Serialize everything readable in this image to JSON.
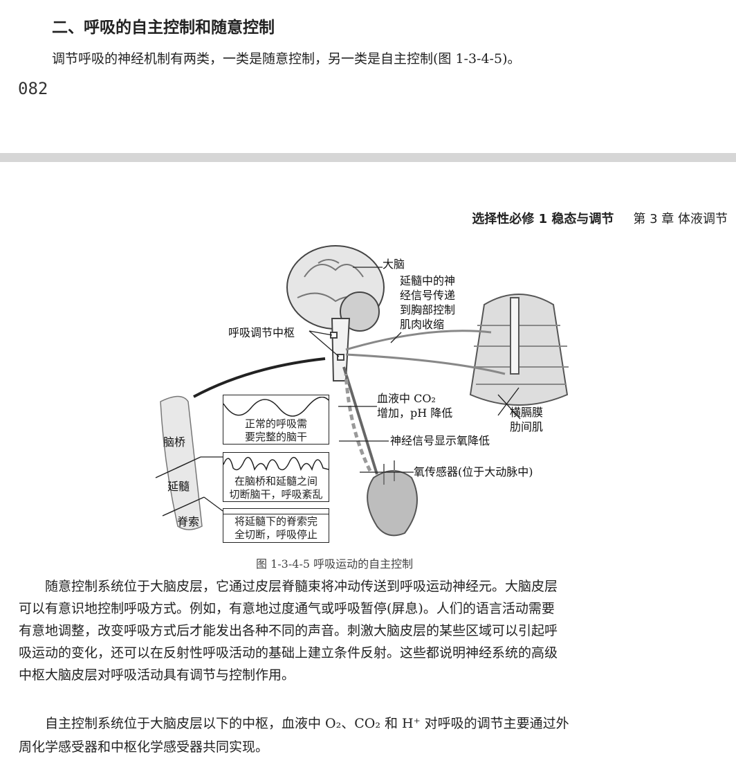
{
  "top_page": {
    "heading": "二、呼吸的自主控制和随意控制",
    "intro": "调节呼吸的神经机制有两类，一类是随意控制，另一类是自主控制(图 1-3-4-5)。",
    "page_number": "082"
  },
  "header": {
    "book": "选择性必修 1  稳态与调节",
    "chapter": "第 3 章  体液调节"
  },
  "figure": {
    "labels": {
      "brain": "大脑",
      "medulla_signal": [
        "延髓中的神",
        "经信号传递",
        "到胸部控制",
        "肌肉收缩"
      ],
      "center": "呼吸调节中枢",
      "co2": [
        "血液中 CO₂",
        "增加，pH 降低"
      ],
      "diaphragm": "横膈膜",
      "intercostal": "肋间肌",
      "oxygen_signal": "神经信号显示氧降低",
      "oxygen_sensor": "氧传感器(位于大动脉中)",
      "pons": "脑桥",
      "medulla": "延髓",
      "spinal_cord": "脊索"
    },
    "boxes": [
      {
        "text": [
          "正常的呼吸需",
          "要完整的脑干"
        ]
      },
      {
        "text": [
          "在脑桥和延髓之间",
          "切断脑干，呼吸紊乱"
        ]
      },
      {
        "text": [
          "将延髓下的脊索完",
          "全切断，呼吸停止"
        ]
      }
    ],
    "caption": "图 1-3-4-5    呼吸运动的自主控制"
  },
  "body": {
    "para1": [
      "　　随意控制系统位于大脑皮层，它通过皮层脊髓束将冲动传送到呼吸运动神经元。大脑皮层",
      "可以有意识地控制呼吸方式。例如，有意地过度通气或呼吸暂停(屏息)。人们的语言活动需要",
      "有意地调整，改变呼吸方式后才能发出各种不同的声音。刺激大脑皮层的某些区域可以引起呼",
      "吸运动的变化，还可以在反射性呼吸活动的基础上建立条件反射。这些都说明神经系统的高级",
      "中枢大脑皮层对呼吸活动具有调节与控制作用。"
    ],
    "para2": [
      "　　自主控制系统位于大脑皮层以下的中枢，血液中 O₂、CO₂ 和 H⁺ 对呼吸的调节主要通过外",
      "周化学感受器和中枢化学感受器共同实现。"
    ]
  }
}
